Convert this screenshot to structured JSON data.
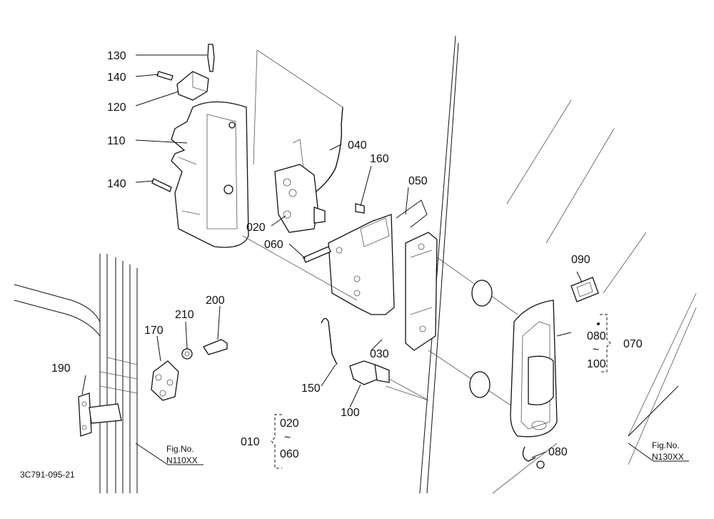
{
  "drawing_id": "3C791-095-21",
  "labels": {
    "p130": "130",
    "p140a": "140",
    "p120": "120",
    "p110": "110",
    "p140b": "140",
    "p040": "040",
    "p160": "160",
    "p050": "050",
    "p020": "020",
    "p060": "060",
    "p090": "090",
    "p080a": "080",
    "p080b": "080",
    "p100a": "100",
    "p070": "070",
    "p030": "030",
    "p200": "200",
    "p210": "210",
    "p170": "170",
    "p190": "190",
    "p150": "150",
    "p100b": "100",
    "p010": "010",
    "p020b": "020",
    "p060b": "060",
    "tilde": "~"
  },
  "fig_refs": {
    "left_title": "Fig.No.",
    "left_no": "N110XX",
    "right_title": "Fig.No.",
    "right_no": "N130XX"
  }
}
